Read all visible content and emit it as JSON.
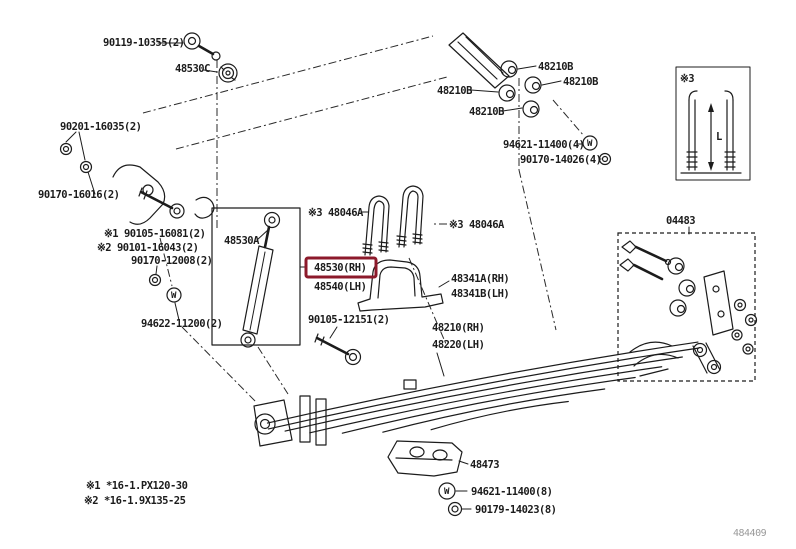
{
  "figure_code": "484409",
  "colors": {
    "ink": "#1c1c1c",
    "highlight": "#8c1a2b",
    "code_grey": "#9a9a9a"
  },
  "parts": {
    "bolt_90119": "90119-10355(2)",
    "grommet_48530c": "48530C",
    "nut_90201": "90201-16035(2)",
    "nut_90170_16016": "90170-16016(2)",
    "note1_bolt": "※1 90105-16081(2)",
    "note2_bolt": "※2 90101-16043(2)",
    "nut_90170_12008": "90170-12008(2)",
    "nut_94622": "94622-11200(2)",
    "shock_48530a": "48530A",
    "shock_48530_rh": "48530(RH)",
    "shock_48540_lh": "48540(LH)",
    "ubolt_left": "※3 48046A",
    "ubolt_right": "※3 48046A",
    "bracket_48341a": "48341A(RH)",
    "bracket_48341b": "48341B(LH)",
    "bolt_90105_12151": "90105-12151(2)",
    "spring_48210_rh": "48210(RH)",
    "spring_48220_lh": "48220(LH)",
    "seat_48473": "48473",
    "washer_94621_8": "94621-11400(8)",
    "nut_90179": "90179-14023(8)",
    "bushing_48210b": "48210B",
    "washer_94621_4": "94621-11400(4)",
    "nut_90170_14026": "90170-14026(4)",
    "shackle_kit_04483": "04483"
  },
  "notes": {
    "footnote1": "※1 *16-1.PX120-30",
    "footnote2": "※2 *16-1.9X135-25",
    "inset_label": "※3",
    "dimension": "L",
    "washer_symbol": "W"
  }
}
